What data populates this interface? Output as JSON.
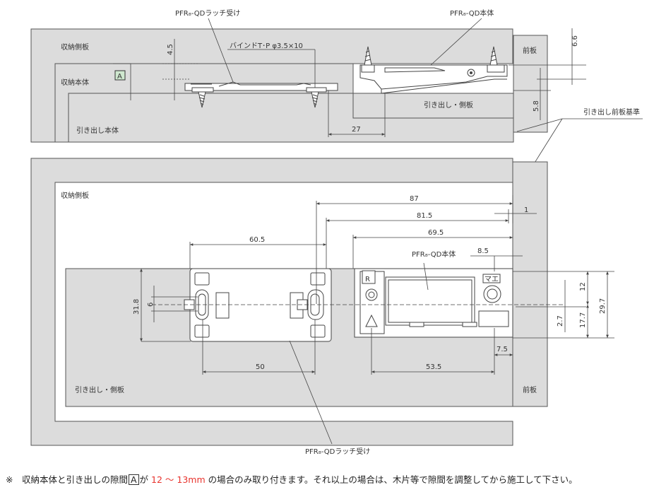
{
  "side_view": {
    "labels": {
      "latch_receiver": "PFR₈-QDラッチ受け",
      "main_unit": "PFR₈-QD本体",
      "screw": "バインドT･P φ3.5×10",
      "cabinet_side": "収納側板",
      "cabinet_body": "収納本体",
      "drawer_body": "引き出し本体",
      "drawer_side": "引き出し・側板",
      "front_panel": "前板",
      "front_panel_ref": "引き出し前板基準",
      "gap_marker": "A"
    },
    "dims": {
      "d4_5": "4.5",
      "d27": "27",
      "d5_8": "5.8",
      "d6_6": "6.6"
    }
  },
  "top_view": {
    "labels": {
      "cabinet_side": "収納側板",
      "drawer_side": "引き出し・側板",
      "front_panel": "前板",
      "main_unit": "PFR₈-QD本体",
      "latch_receiver": "PFR₈-QDラッチ受け",
      "mark_R": "R",
      "mark_ma": "マエ"
    },
    "dims": {
      "d87": "87",
      "d81_5": "81.5",
      "d69_5": "69.5",
      "d60_5": "60.5",
      "d8_5": "8.5",
      "d1": "1",
      "d31_8": "31.8",
      "d6": "6",
      "d50": "50",
      "d53_5": "53.5",
      "d7_5": "7.5",
      "d12": "12",
      "d29_7": "29.7",
      "d2_7": "2.7",
      "d17_7": "17.7"
    }
  },
  "note": {
    "prefix": "※　収納本体と引き出しの隙間",
    "gap_marker": "A",
    "mid": "が",
    "range": "12 ～ 13mm",
    "suffix": "の場合のみ取り付きます。それ以上の場合は、木片等で隙間を調整してから施工して下さい。"
  }
}
